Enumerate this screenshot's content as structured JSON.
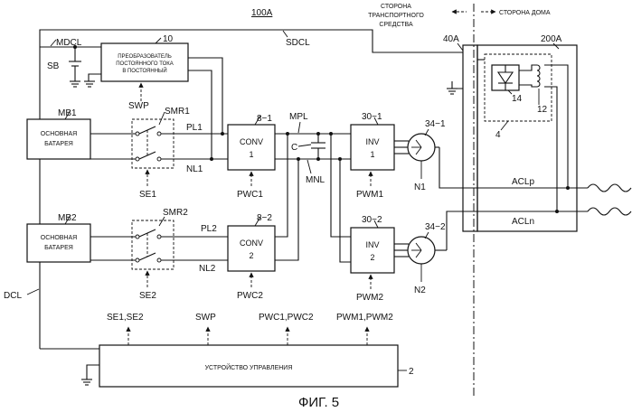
{
  "title_ref": "100A",
  "figure_caption": "ФИГ. 5",
  "side_labels": {
    "vehicle_side_l1": "СТОРОНА",
    "vehicle_side_l2": "ТРАНСПОРТНОГО",
    "vehicle_side_l3": "СРЕДСТВА",
    "house_side": "СТОРОНА ДОМА"
  },
  "lines": {
    "mdcl": "MDCL",
    "sdcl": "SDCL",
    "dcl": "DCL",
    "pl1": "PL1",
    "nl1": "NL1",
    "pl2": "PL2",
    "nl2": "NL2",
    "mpl": "MPL",
    "mnl": "MNL",
    "aclp": "ACLp",
    "acln": "ACLn"
  },
  "components": {
    "sb": "SB",
    "converter_ref": "10",
    "converter_l1": "ПРЕОБРАЗОВАТЕЛЬ",
    "converter_l2": "ПОСТОЯННОГО ТОКА",
    "converter_l3": "В ПОСТОЯННЫЙ",
    "swp": "SWP",
    "mb1": "MB1",
    "mb2": "MB2",
    "battery1_l1": "ОСНОВНАЯ",
    "battery1_l2": "БАТАРЕЯ",
    "battery2_l1": "ОСНОВНАЯ",
    "battery2_l2": "БАТАРЕЯ",
    "smr1": "SMR1",
    "smr2": "SMR2",
    "se1": "SE1",
    "se2": "SE2",
    "conv1_ref": "8−1",
    "conv1_l1": "CONV",
    "conv1_l2": "1",
    "conv2_ref": "8−2",
    "conv2_l1": "CONV",
    "conv2_l2": "2",
    "pwc1": "PWC1",
    "pwc2": "PWC2",
    "cap": "C",
    "inv1_ref": "30−1",
    "inv1_l1": "INV",
    "inv1_l2": "1",
    "inv2_ref": "30−2",
    "inv2_l1": "INV",
    "inv2_l2": "2",
    "pwm1": "PWM1",
    "pwm2": "PWM2",
    "motor1_ref": "34−1",
    "motor2_ref": "34−2",
    "n1": "N1",
    "n2": "N2",
    "vehicle_if": "40A",
    "house_if": "200A",
    "rect_ref": "14",
    "coil_ref": "12",
    "house_unit_ref": "4",
    "controller_ref": "2",
    "controller_label": "УСТРОЙСТВО УПРАВЛЕНИЯ"
  },
  "control_signals": {
    "se": "SE1,SE2",
    "swp": "SWP",
    "pwc": "PWC1,PWC2",
    "pwm": "PWM1,PWM2"
  }
}
